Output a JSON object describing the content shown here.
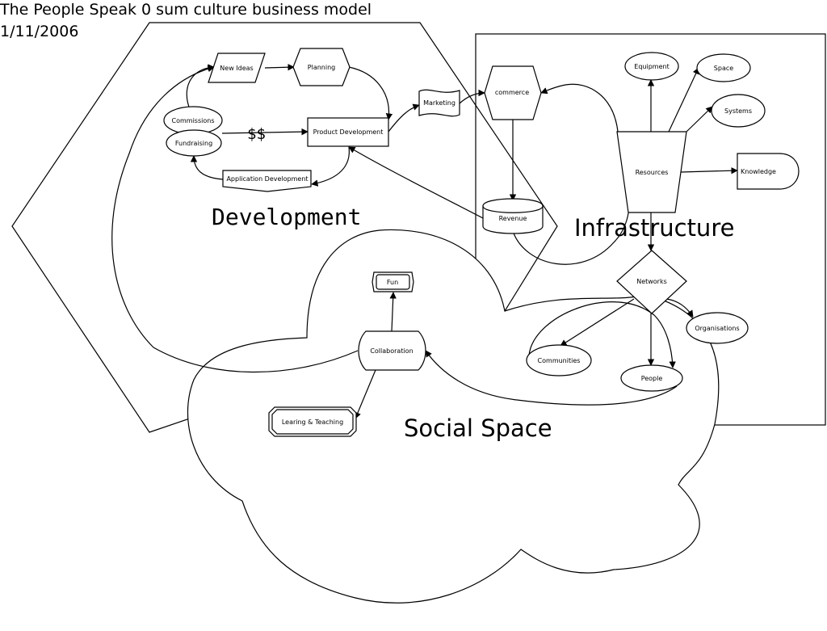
{
  "title": {
    "line1": "The People Speak 0 sum culture business model",
    "line2": "1/11/2006"
  },
  "regions": {
    "development": "Development",
    "infrastructure": "Infrastructure",
    "social_space": "Social Space"
  },
  "nodes": {
    "new_ideas": "New Ideas",
    "planning": "Planning",
    "commissions": "Commissions",
    "fundraising": "Fundraising",
    "dollar_sign": "$$",
    "product_development": "Product Development",
    "application_development": "Application Development",
    "marketing": "Marketing",
    "commerce": "commerce",
    "revenue": "Revenue",
    "equipment": "Equipment",
    "space": "Space",
    "systems": "Systems",
    "resources": "Resources",
    "knowledge": "Knowledge",
    "networks": "Networks",
    "organisations": "Organisations",
    "communities": "Communities",
    "people": "People",
    "fun": "Fun",
    "collaboration": "Collaboration",
    "learning_teaching": "Learing & Teaching"
  }
}
